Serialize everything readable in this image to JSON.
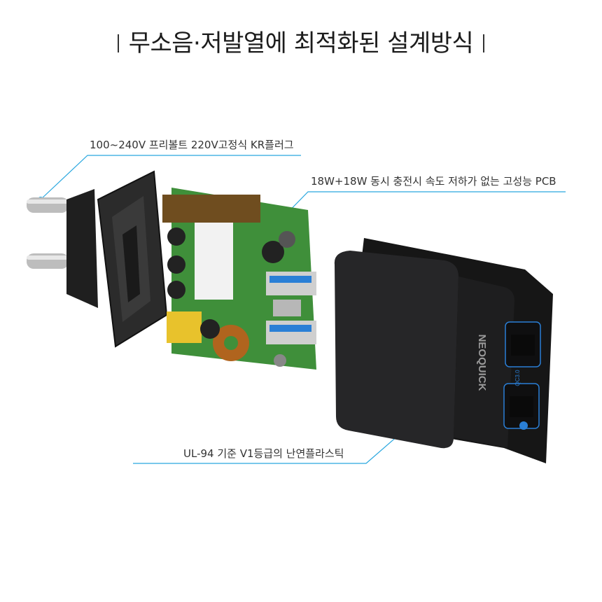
{
  "heading": "무소음·저발열에 최적화된 설계방식",
  "callouts": {
    "plug": "100~240V 프리볼트 220V고정식 KR플러그",
    "pcb": "18W+18W 동시 충전시 속도 저하가 없는 고성능 PCB",
    "shell": "UL-94 기준 V1등급의 난연플라스틱"
  },
  "brand": "NEOQUICK",
  "port_label": "QC3.0",
  "colors": {
    "accent_line": "#29a7df",
    "body": "#1d1d1f",
    "pcb": "#3f8f3a",
    "port_blue": "#2a7fd6"
  }
}
